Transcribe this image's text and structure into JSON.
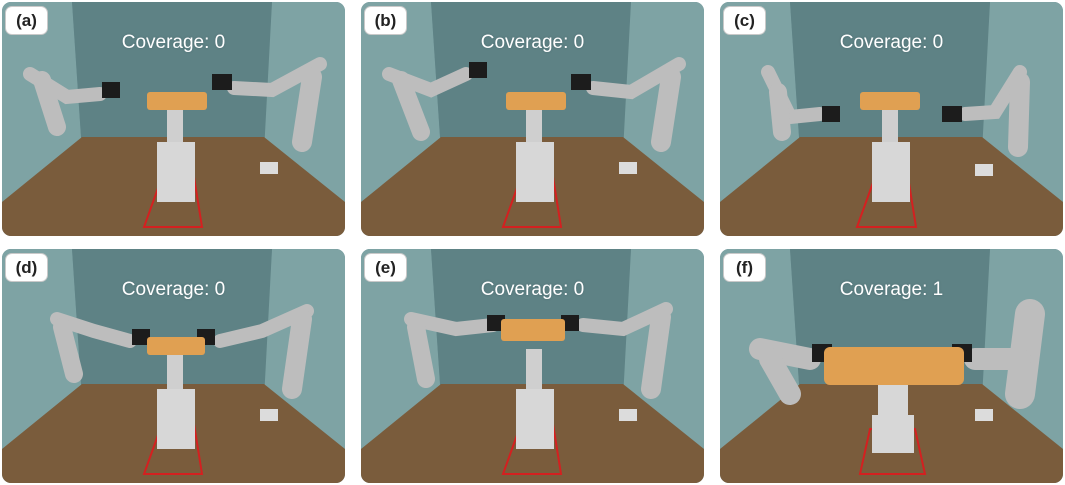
{
  "panels": [
    {
      "label": "(a)",
      "coverage_text": "Coverage: 0"
    },
    {
      "label": "(b)",
      "coverage_text": "Coverage: 0"
    },
    {
      "label": "(c)",
      "coverage_text": "Coverage: 0"
    },
    {
      "label": "(d)",
      "coverage_text": "Coverage: 0"
    },
    {
      "label": "(e)",
      "coverage_text": "Coverage: 0"
    },
    {
      "label": "(f)",
      "coverage_text": "Coverage: 1"
    }
  ],
  "colors": {
    "wall": "#6f9498",
    "floor": "#7a5c3c",
    "arm": "#bdbdbd",
    "gripper": "#1c1c1c",
    "beam": "#e0a052",
    "pedestal": "#d7d7d7",
    "target_outline": "#d42020"
  },
  "icons": [
    "robot-arm-left-icon",
    "robot-arm-right-icon",
    "gripper-icon"
  ]
}
